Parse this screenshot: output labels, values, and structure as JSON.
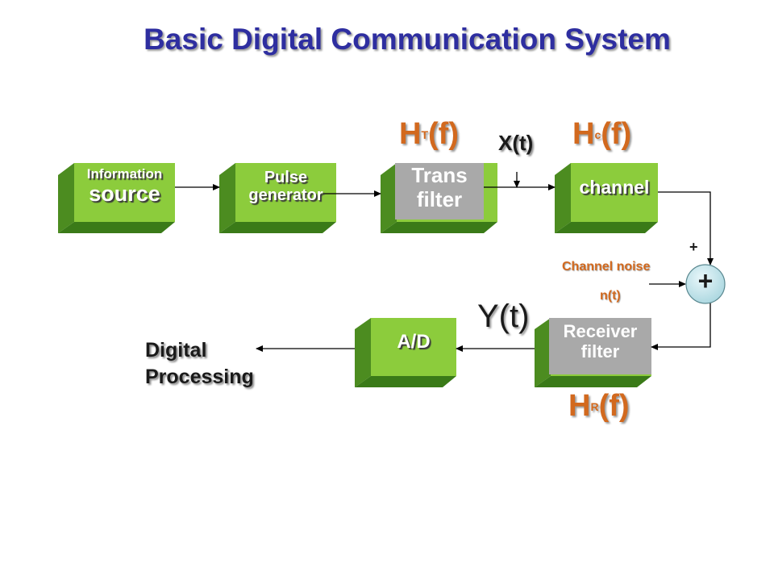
{
  "title": "Basic Digital Communication System",
  "blocks": {
    "source": {
      "line1": "Information",
      "line2": "source"
    },
    "pulse": {
      "line1": "Pulse",
      "line2": "generator"
    },
    "trans": {
      "line1": "Trans",
      "line2": "filter"
    },
    "channel": {
      "line1": "channel"
    },
    "receiver": {
      "line1": "Receiver",
      "line2": "filter"
    },
    "ad": {
      "line1": "A/D"
    }
  },
  "labels": {
    "ht": {
      "main": "H",
      "sub": "T",
      "tail": "(f)"
    },
    "hc": {
      "main": "H",
      "sub": "c",
      "tail": "(f)"
    },
    "hr": {
      "main": "H",
      "sub": "R",
      "tail": "(f)"
    },
    "xt": "X(t)",
    "yt": "Y(t)",
    "plus_small": "+",
    "noise_line1": "Channel noise",
    "noise_line2": "n(t)",
    "adder": "+",
    "output_line1": "Digital",
    "output_line2": "Processing"
  },
  "colors": {
    "title": "#2e2ea0",
    "block_front": "#8ccc3c",
    "block_side": "#4c8c20",
    "block_top": "#a8dc5c",
    "gray_panel": "#a9a9a9",
    "function_label": "#d2691e",
    "adder_fill": "#bfe3ea"
  }
}
